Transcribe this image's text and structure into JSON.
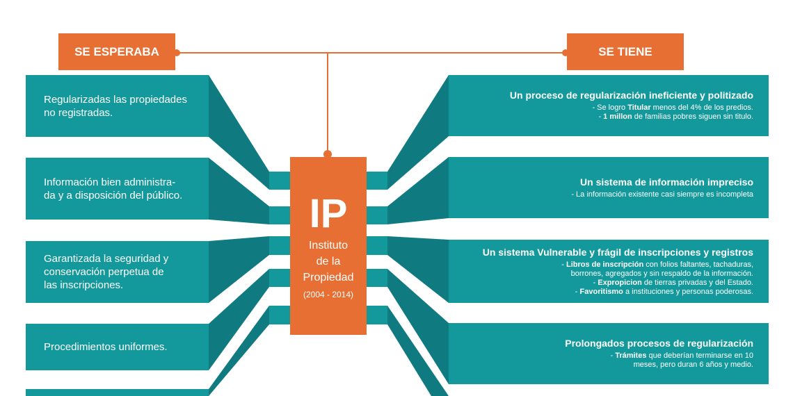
{
  "header": {
    "left_label": "SE ESPERABA",
    "right_label": "SE TIENE"
  },
  "center": {
    "abbr": "IP",
    "name_line1": "Instituto",
    "name_line2": "de la",
    "name_line3": "Propiedad",
    "years": "(2004 - 2014)"
  },
  "expected": [
    {
      "line1": "Regularizadas las propiedades",
      "line2": "no registradas."
    },
    {
      "line1": "Información bien administra-",
      "line2": "da y a disposición del público."
    },
    {
      "line1": "Garantizada la seguridad y",
      "line2": "conservación perpetua de",
      "line3": "las inscripciones."
    },
    {
      "line1": "Procedimientos uniformes."
    }
  ],
  "actual": [
    {
      "title": "Un proceso de regularización ineficiente y politizado",
      "lines": [
        [
          "- Se logro ",
          "Titular",
          " menos del  4% de los predios."
        ],
        [
          "- ",
          "1 millon",
          " de familias pobres siguen sin titulo."
        ]
      ]
    },
    {
      "title": "Un sistema de información impreciso",
      "lines": [
        [
          "- La información existente casi siempre es incompleta",
          "",
          ""
        ]
      ]
    },
    {
      "title": "Un sistema Vulnerable y frágil de inscripciones y registros",
      "lines": [
        [
          "- ",
          "Libros de inscripción",
          " con folios faltantes, tachaduras,"
        ],
        [
          "borrones, agregados y sin respaldo de la información.",
          "",
          ""
        ],
        [
          "- ",
          "Expropicion",
          " de tierras privadas y  del Estado."
        ],
        [
          "- ",
          "Favoritismo",
          " a instituciones y personas poderosas."
        ]
      ]
    },
    {
      "title": "Prolongados procesos de regularización",
      "lines": [
        [
          "- ",
          "Trámites",
          " que deberían terminarse en 10"
        ],
        [
          "meses, pero duran 6 años y medio.",
          "",
          ""
        ]
      ]
    }
  ],
  "colors": {
    "teal": "#13999b",
    "dark_teal": "#0f7b80",
    "orange": "#e86f33"
  }
}
